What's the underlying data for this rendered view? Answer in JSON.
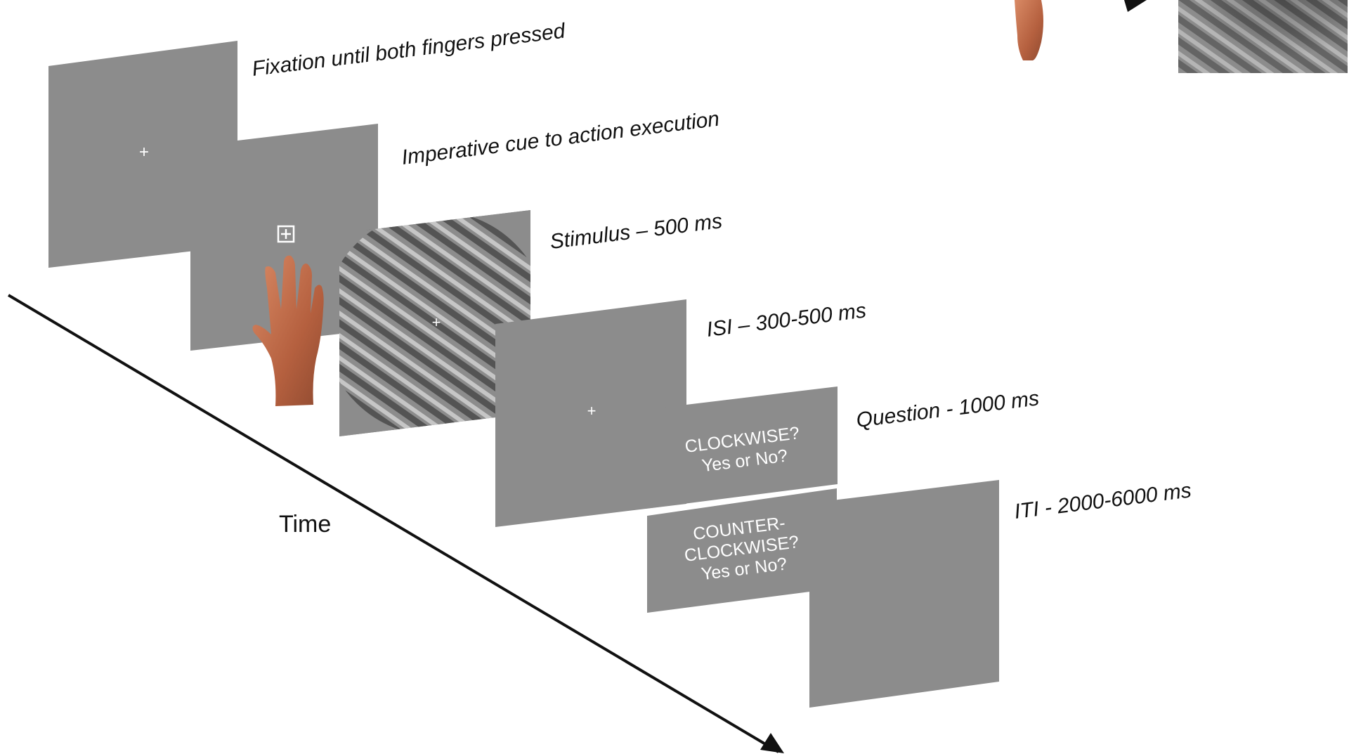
{
  "colors": {
    "background": "#ffffff",
    "screen": "#8c8c8c",
    "text": "#111111",
    "screen_text": "#ffffff",
    "skin": "#c2704f"
  },
  "steps": [
    {
      "label": "Fixation until both fingers pressed",
      "screen": "fixation"
    },
    {
      "label": "Imperative cue to action execution",
      "screen": "cue"
    },
    {
      "label": "Stimulus – 500 ms",
      "screen": "grating"
    },
    {
      "label": "ISI – 300-500 ms",
      "screen": "fixation"
    },
    {
      "label": "Question - 1000 ms",
      "screen": "question"
    },
    {
      "label": "ITI - 2000-6000 ms",
      "screen": "blank"
    }
  ],
  "question_a": {
    "line1": "CLOCKWISE?",
    "line2": "Yes or No?"
  },
  "question_b": {
    "line1": "COUNTER-",
    "line2": "CLOCKWISE?",
    "line3": "Yes or No?"
  },
  "fixation_symbol": "+",
  "axis": {
    "label": "Time"
  },
  "icons": [
    "hand-icon",
    "cue-box-icon",
    "arrow-head-icon"
  ]
}
